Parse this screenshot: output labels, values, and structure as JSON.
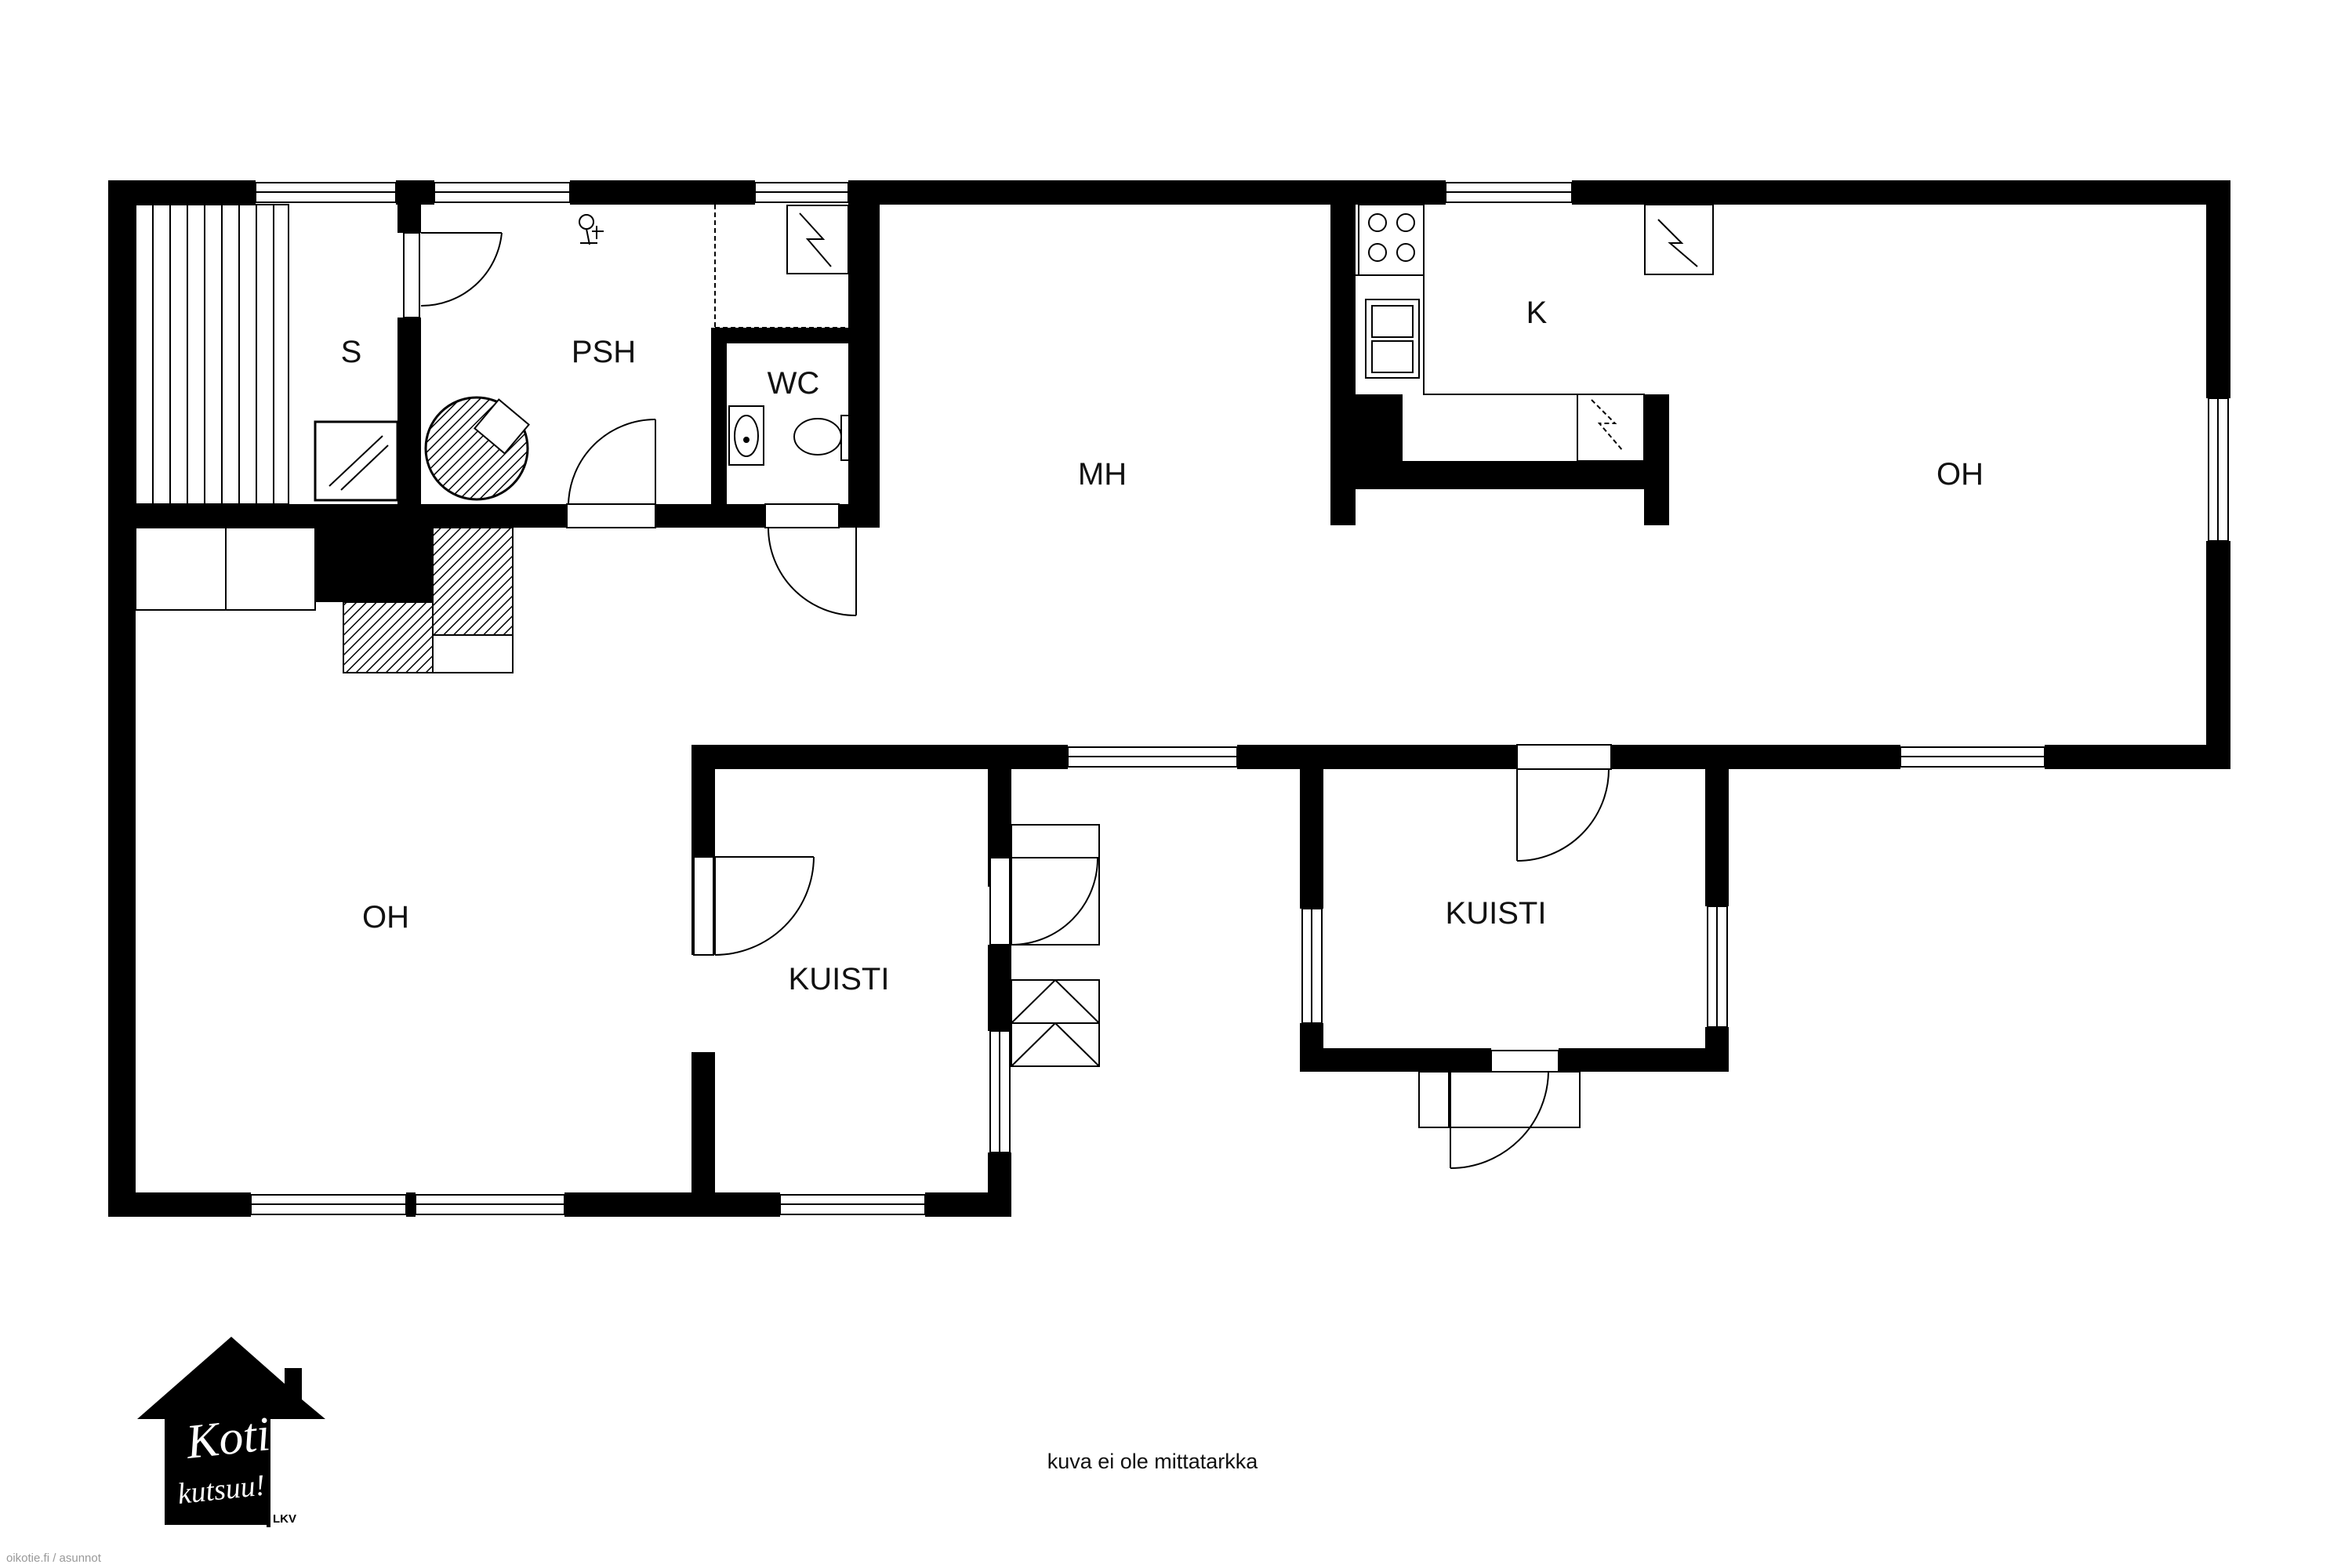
{
  "rooms": {
    "sauna": "S",
    "washroom": "PSH",
    "toilet": "WC",
    "living_room": "OH",
    "bedroom": "MH",
    "kitchen": "K",
    "living_room_2": "OH",
    "porch_1": "KUISTI",
    "porch_2": "KUISTI"
  },
  "note": "kuva ei ole mittatarkka",
  "credit": "oikotie.fi / asunnot",
  "logo": {
    "line1": "Koti",
    "line2": "kutsuu!",
    "suffix": "LKV"
  }
}
